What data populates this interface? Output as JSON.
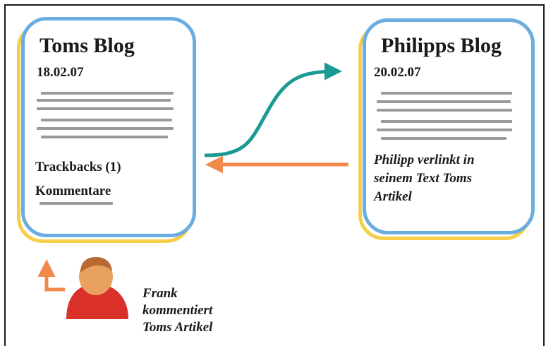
{
  "toms_blog": {
    "title": "Toms Blog",
    "date": "18.02.07",
    "trackbacks": "Trackbacks (1)",
    "comments": "Kommentare"
  },
  "philipps_blog": {
    "title": "Philipps Blog",
    "date": "20.02.07",
    "note_lines": [
      "Philipp verlinkt in",
      "seinem Text Toms",
      "Artikel"
    ]
  },
  "frank": {
    "note_lines": [
      "Frank",
      "kommentiert",
      "Toms Artikel"
    ]
  },
  "colors": {
    "card_outer": "#f6cf4a",
    "card_inner": "#6aaee0",
    "link_arrow": "#1a9a92",
    "trackback_arrow": "#f08a4b",
    "comment_arrow": "#f08a4b",
    "person_body": "#d9302a",
    "person_head": "#e9a15f"
  },
  "icons": {
    "person": "person-icon"
  }
}
